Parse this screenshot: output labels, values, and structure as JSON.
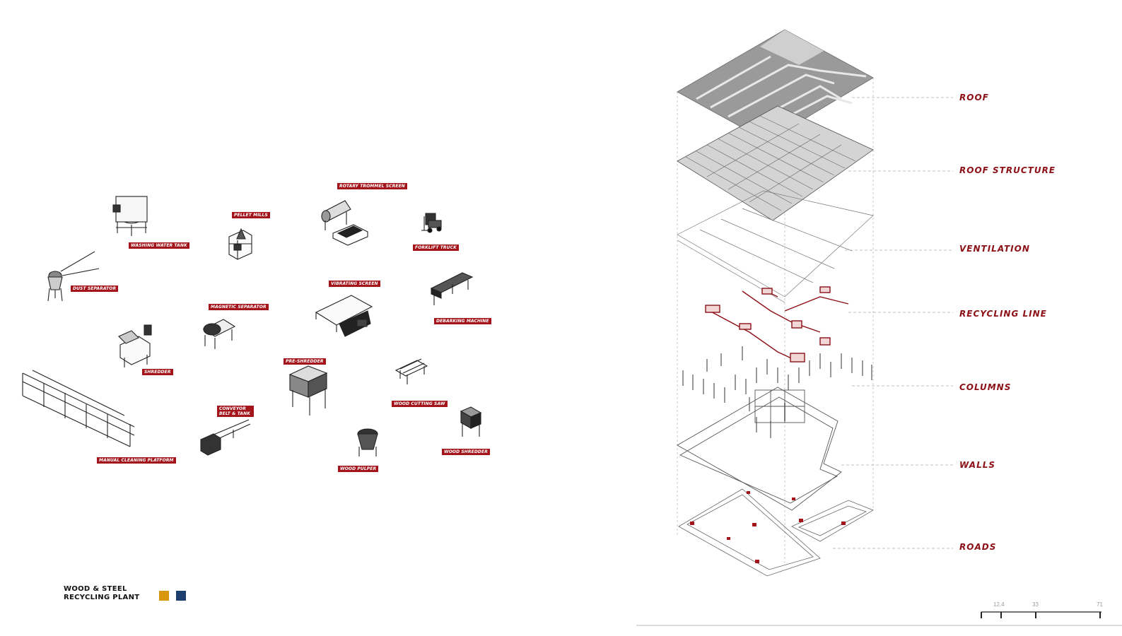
{
  "project": {
    "title_line1": "WOOD & STEEL",
    "title_line2": "RECYCLING PLANT",
    "palette": [
      "#d9960f",
      "#1d3f6e"
    ]
  },
  "colors": {
    "accent": "#a3151b",
    "label_text": "#8d1017",
    "line": "#333333"
  },
  "machines": [
    {
      "key": "rotary_trommel_screen",
      "label": "ROTARY TROMMEL SCREEN"
    },
    {
      "key": "pellet_mills",
      "label": "PELLET MILLS"
    },
    {
      "key": "washing_water_tank",
      "label": "WASHING WATER TANK"
    },
    {
      "key": "forklift_truck",
      "label": "FORKLIFT TRUCK"
    },
    {
      "key": "dust_separator",
      "label": "DUST SEPARATOR"
    },
    {
      "key": "vibrating_screen",
      "label": "VIBRATING SCREEN"
    },
    {
      "key": "magnetic_separator",
      "label": "MAGNETIC SEPARATOR"
    },
    {
      "key": "debarking_machine",
      "label": "DEBARKING MACHINE"
    },
    {
      "key": "shredder",
      "label": "SHREDDER"
    },
    {
      "key": "pre_shredder",
      "label": "PRE-SHREDDER"
    },
    {
      "key": "wood_cutting_saw",
      "label": "WOOD CUTTING SAW"
    },
    {
      "key": "conveyor_belt_tank",
      "label": "CONVEYOR BELT & TANK"
    },
    {
      "key": "wood_shredder",
      "label": "WOOD SHREDDER"
    },
    {
      "key": "manual_cleaning_platform",
      "label": "MANUAL CLEANING PLATFORM"
    },
    {
      "key": "wood_pulper",
      "label": "WOOD PULPER"
    }
  ],
  "layers": [
    {
      "key": "roof",
      "label": "ROOF"
    },
    {
      "key": "roof_structure",
      "label": "ROOF STRUCTURE"
    },
    {
      "key": "ventilation",
      "label": "VENTILATION"
    },
    {
      "key": "recycling_line",
      "label": "RECYCLING LINE"
    },
    {
      "key": "columns",
      "label": "COLUMNS"
    },
    {
      "key": "walls",
      "label": "WALLS"
    },
    {
      "key": "roads",
      "label": "ROADS"
    }
  ],
  "scale_bar": {
    "ticks": [
      "12.4",
      "33",
      "71"
    ]
  }
}
